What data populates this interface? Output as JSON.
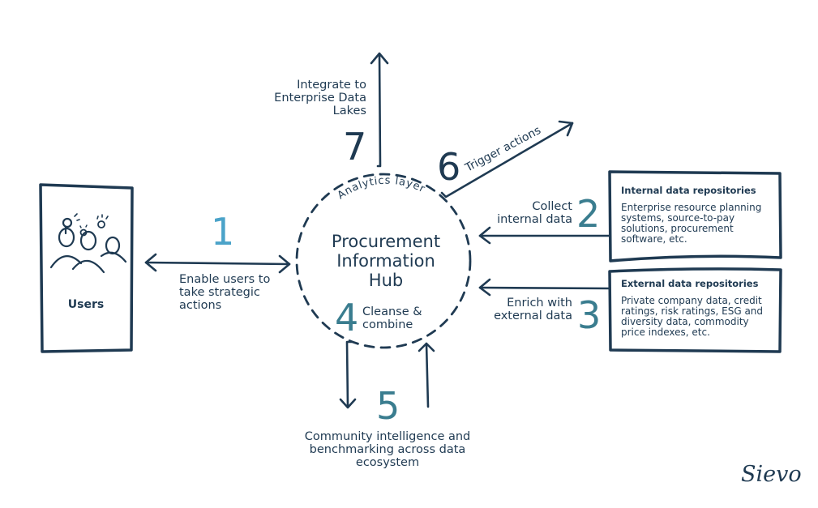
{
  "colors": {
    "navy": "#1f3a52",
    "teal": "#3a7d8f",
    "light_blue": "#4ba3c9"
  },
  "users": {
    "label": "Users",
    "icon": "users-with-lightbulbs-icon"
  },
  "hub": {
    "title_lines": [
      "Procurement",
      "Information",
      "Hub"
    ],
    "layer_label": "Analytics layer"
  },
  "steps": [
    {
      "number": "1",
      "label_lines": [
        "Enable users to",
        "take strategic",
        "actions"
      ]
    },
    {
      "number": "2",
      "label_lines": [
        "Collect",
        "internal data"
      ]
    },
    {
      "number": "3",
      "label_lines": [
        "Enrich with",
        "external data"
      ]
    },
    {
      "number": "4",
      "label_lines": [
        "Cleanse &",
        "combine"
      ]
    },
    {
      "number": "5",
      "label_lines": [
        "Community intelligence and",
        "benchmarking across data",
        "ecosystem"
      ]
    },
    {
      "number": "6",
      "label_lines": [
        "Trigger actions"
      ]
    },
    {
      "number": "7",
      "label_lines": [
        "Integrate to",
        "Enterprise Data",
        "Lakes"
      ]
    }
  ],
  "repositories": [
    {
      "title": "Internal data repositories",
      "desc_lines": [
        "Enterprise resource planning",
        "systems, source-to-pay",
        "solutions, procurement",
        "software, etc."
      ]
    },
    {
      "title": "External data repositories",
      "desc_lines": [
        "Private company data, credit",
        "ratings, risk ratings, ESG and",
        "diversity data, commodity",
        "price indexes, etc."
      ]
    }
  ],
  "brand": {
    "logo": "Sievo"
  }
}
